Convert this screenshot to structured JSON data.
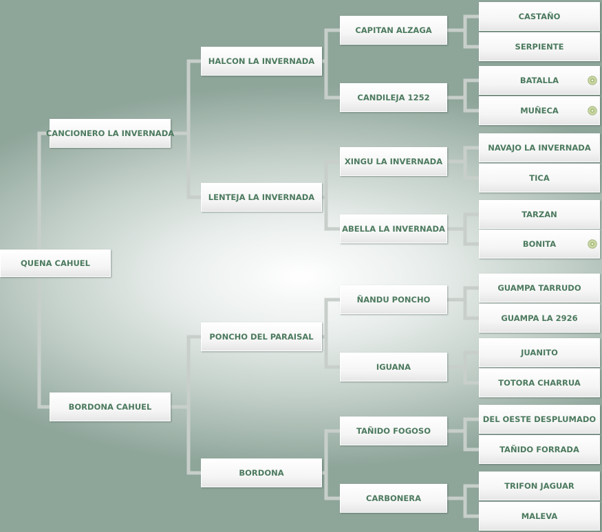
{
  "pedigree": {
    "gen1": [
      {
        "name": "QUENA CAHUEL",
        "award": false
      }
    ],
    "gen2": [
      {
        "name": "CANCIONERO LA INVERNADA",
        "award": false
      },
      {
        "name": "BORDONA CAHUEL",
        "award": false
      }
    ],
    "gen3": [
      {
        "name": "HALCON LA INVERNADA",
        "award": false
      },
      {
        "name": "LENTEJA LA INVERNADA",
        "award": false
      },
      {
        "name": "PONCHO DEL PARAISAL",
        "award": false
      },
      {
        "name": "BORDONA",
        "award": false
      }
    ],
    "gen4": [
      {
        "name": "CAPITAN ALZAGA",
        "award": false
      },
      {
        "name": "CANDILEJA 1252",
        "award": false
      },
      {
        "name": "XINGU LA INVERNADA",
        "award": false
      },
      {
        "name": "ABELLA LA INVERNADA",
        "award": false
      },
      {
        "name": "ÑANDU PONCHO",
        "award": false
      },
      {
        "name": "IGUANA",
        "award": false
      },
      {
        "name": "TAÑIDO FOGOSO",
        "award": false
      },
      {
        "name": "CARBONERA",
        "award": false
      }
    ],
    "gen5": [
      {
        "name": "CASTAÑO",
        "award": false
      },
      {
        "name": "SERPIENTE",
        "award": false
      },
      {
        "name": "BATALLA",
        "award": true
      },
      {
        "name": "MUÑECA",
        "award": true
      },
      {
        "name": "NAVAJO LA INVERNADA",
        "award": false
      },
      {
        "name": "TICA",
        "award": false
      },
      {
        "name": "TARZAN",
        "award": false
      },
      {
        "name": "BONITA",
        "award": true
      },
      {
        "name": "GUAMPA TARRUDO",
        "award": false
      },
      {
        "name": "GUAMPA LA 2926",
        "award": false
      },
      {
        "name": "JUANITO",
        "award": false
      },
      {
        "name": "TOTORA CHARRUA",
        "award": false
      },
      {
        "name": "DEL OESTE DESPLUMADO",
        "award": false
      },
      {
        "name": "TAÑIDO FORRADA",
        "award": false
      },
      {
        "name": "TRIFON JAGUAR",
        "award": false
      },
      {
        "name": "MALEVA",
        "award": false
      }
    ]
  },
  "colors": {
    "text": "#4c7a5e",
    "connector": "#c8cfcb",
    "award_icon": "#8a9f5a"
  },
  "award_icon": "award-rosette-icon"
}
